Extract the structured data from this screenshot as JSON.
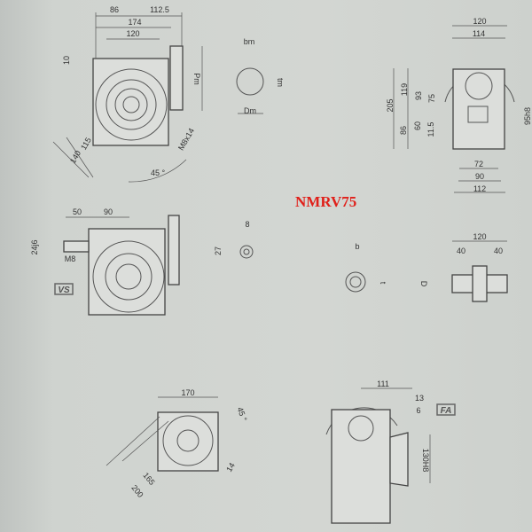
{
  "title": "NMRV75",
  "view_front": {
    "d1": "86",
    "d2": "112.5",
    "d3": "174",
    "d4": "120",
    "d5": "10",
    "d6": "Pm",
    "d7": "M8x14",
    "d8": "115",
    "d9": "140",
    "d10": "45 °"
  },
  "shaft_key": {
    "bm": "bm",
    "dm": "Dm",
    "tm": "tm"
  },
  "view_side": {
    "w1": "120",
    "w2": "114",
    "h1": "205",
    "h2": "119",
    "h3": "93",
    "h4": "75",
    "h5": "86",
    "h6": "60",
    "h7": "11.5",
    "h8": "95h8",
    "b1": "72",
    "b2": "90",
    "b3": "112"
  },
  "view_input": {
    "d1": "50",
    "d2": "90",
    "d3": "24j6",
    "d4": "M8",
    "logo": "VS"
  },
  "input_key": {
    "d1": "8",
    "d2": "27"
  },
  "hollow_key": {
    "b": "b",
    "t": "t"
  },
  "hollow_shaft": {
    "d1": "120",
    "d2": "40",
    "d3": "40",
    "d4": "D"
  },
  "flange": {
    "d1": "170",
    "d2": "45 °",
    "d3": "14",
    "d4": "165",
    "d5": "200"
  },
  "view_fa": {
    "d1": "111",
    "d2": "13",
    "d3": "6",
    "d4": "130H8",
    "logo": "FA"
  }
}
